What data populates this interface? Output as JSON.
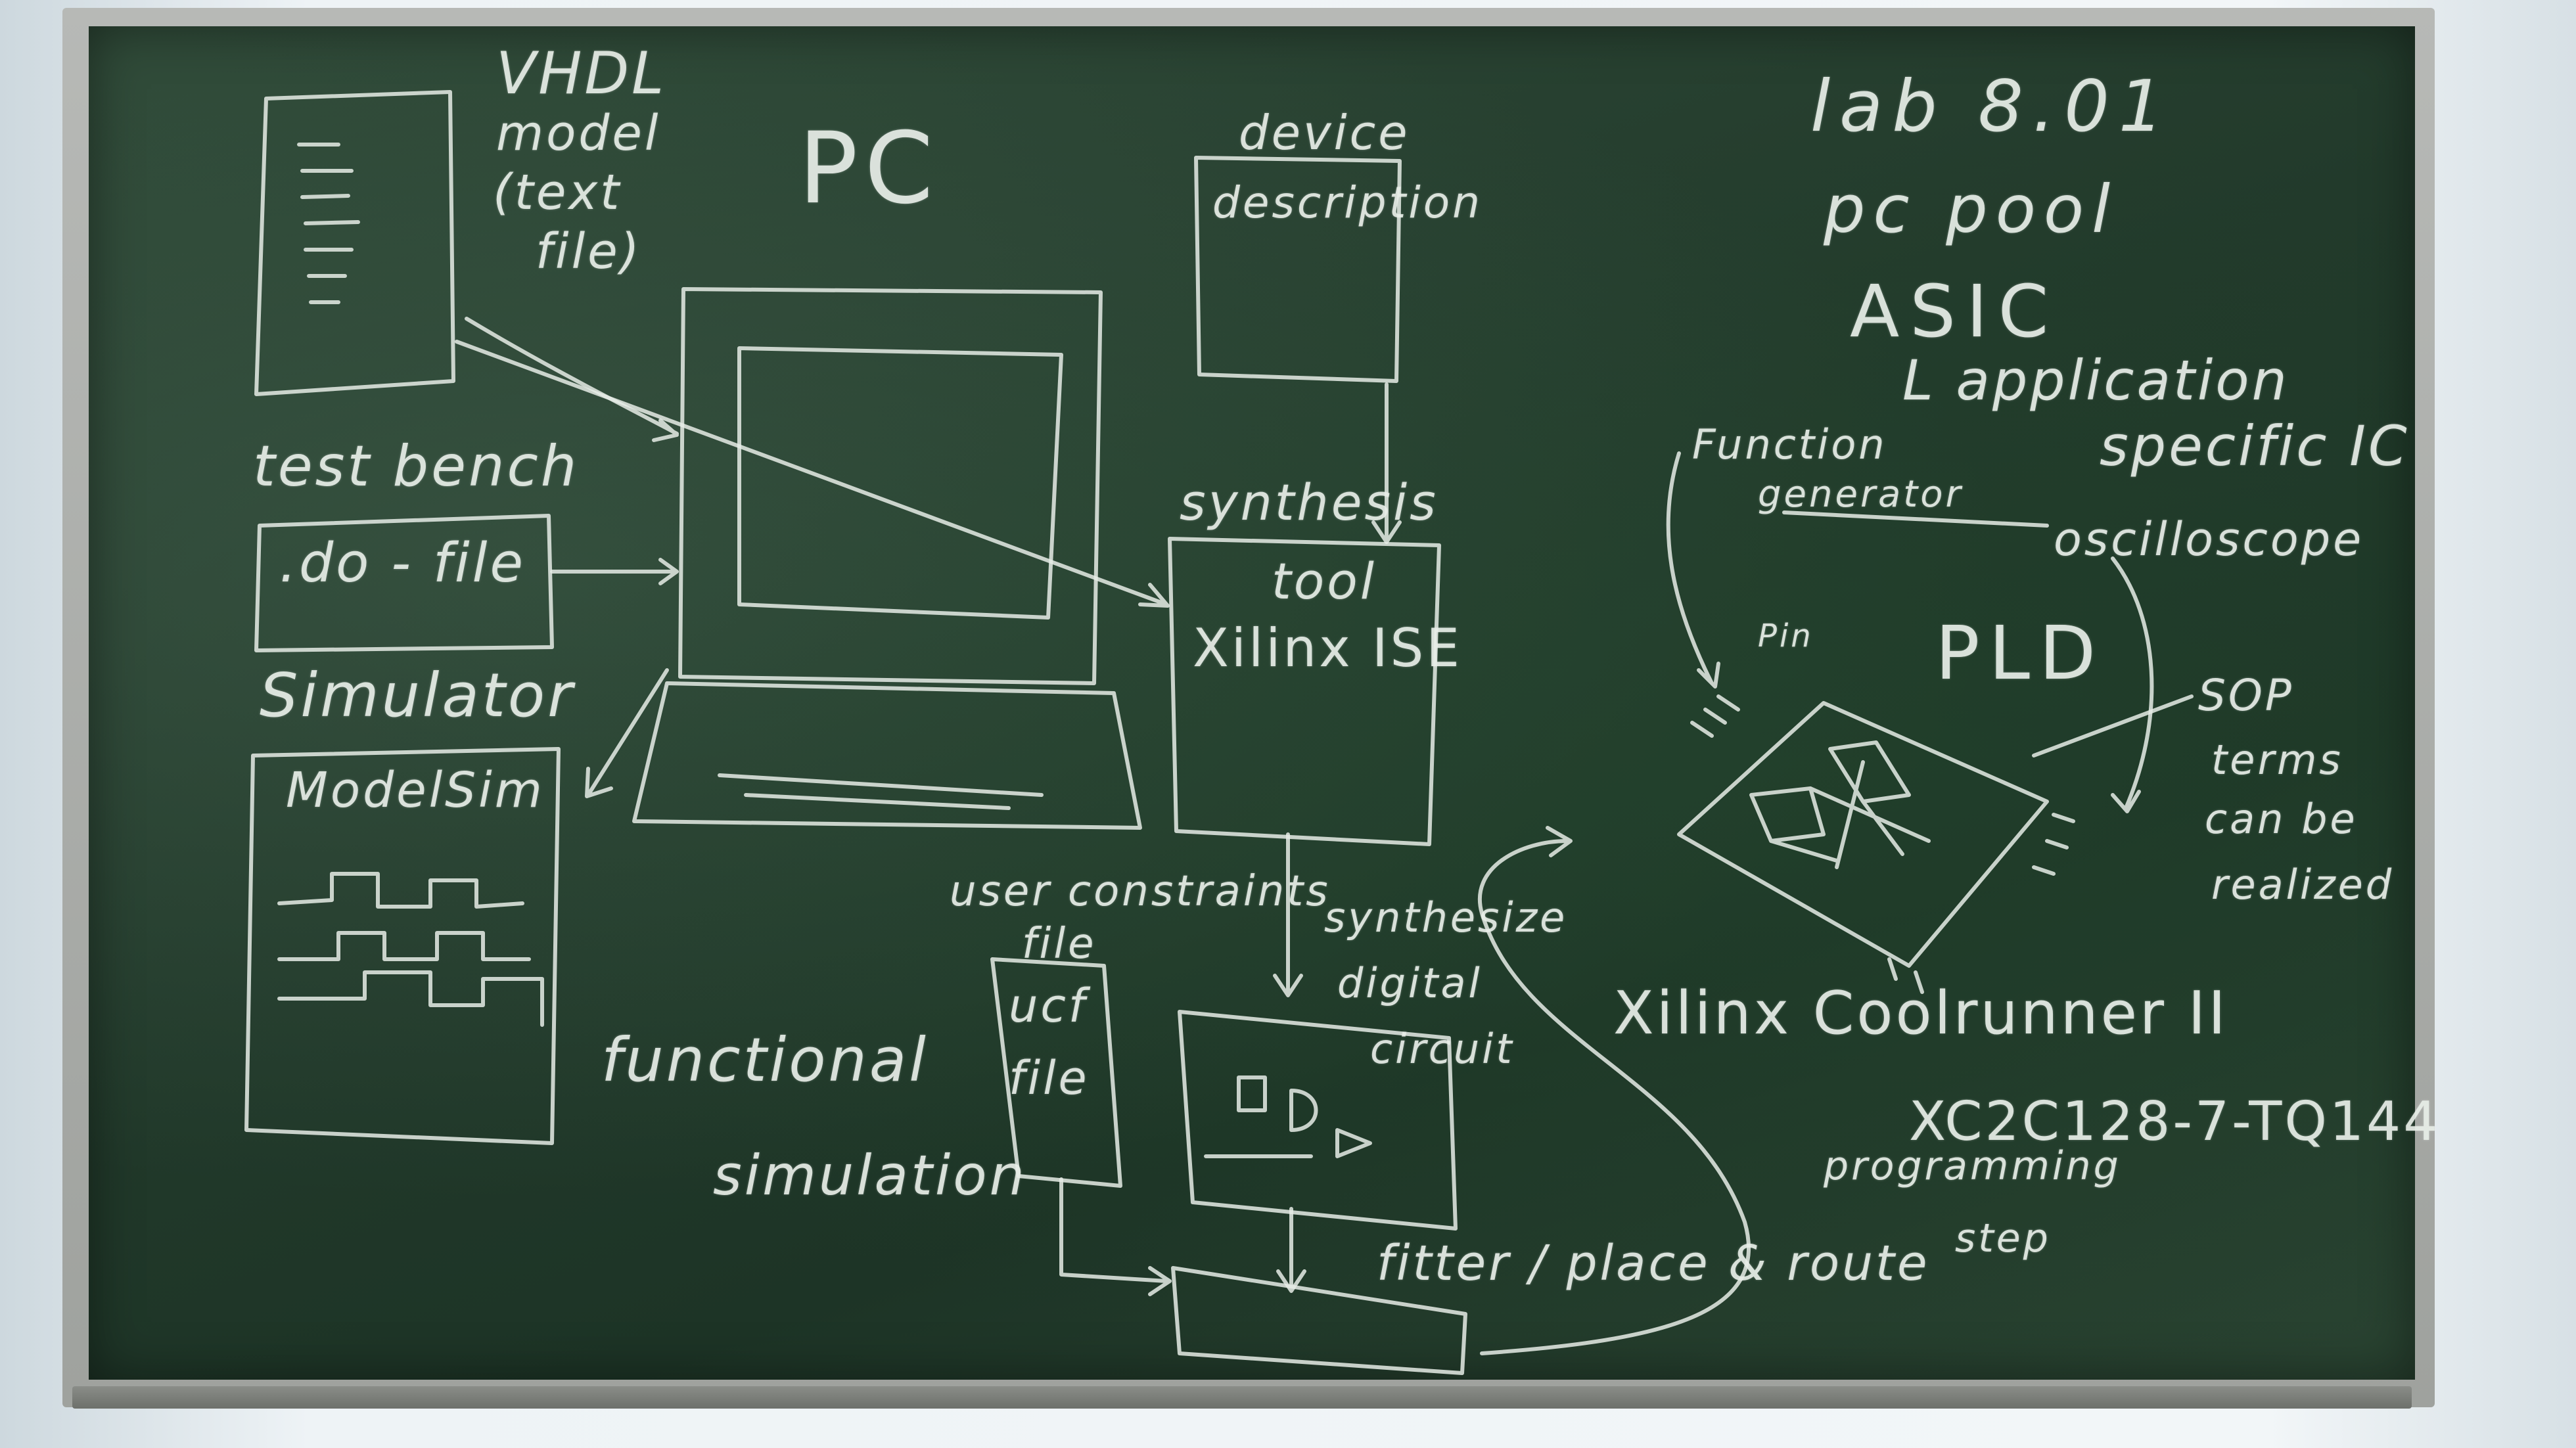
{
  "board": {
    "vhdl_title": "VHDL",
    "vhdl_model": "model",
    "vhdl_textfile_1": "(text",
    "vhdl_textfile_2": "file)",
    "pc_label": "PC",
    "testbench": "test bench",
    "dofile": ".do - file",
    "simulator": "Simulator",
    "modelsim": "ModelSim",
    "functional": "functional",
    "simulation": "simulation",
    "device": "device",
    "description": "description",
    "synthesis": "synthesis",
    "tool": "tool",
    "xilinx_ise": "Xilinx ISE",
    "ucf_title_1": "user constraints",
    "ucf_title_2": "file",
    "ucf_box_1": "ucf",
    "ucf_box_2": "file",
    "synth_1": "synthesize",
    "synth_2": "digital",
    "synth_3": "circuit",
    "fitter": "fitter / place & route",
    "lab": "lab  8.01",
    "pcpool": "pc pool",
    "asic": "ASIC",
    "application": "L application",
    "specific": "specific IC",
    "function": "Function",
    "generator": "generator",
    "oscilloscope": "oscilloscope",
    "pld": "PLD",
    "pin": "Pin",
    "sop_1": "SOP",
    "sop_2": "terms",
    "sop_3": "can be",
    "sop_4": "realized",
    "coolrunner": "Xilinx Coolrunner II",
    "part": "XC2C128-7-TQ144",
    "prog_1": "programming",
    "prog_2": "step"
  }
}
